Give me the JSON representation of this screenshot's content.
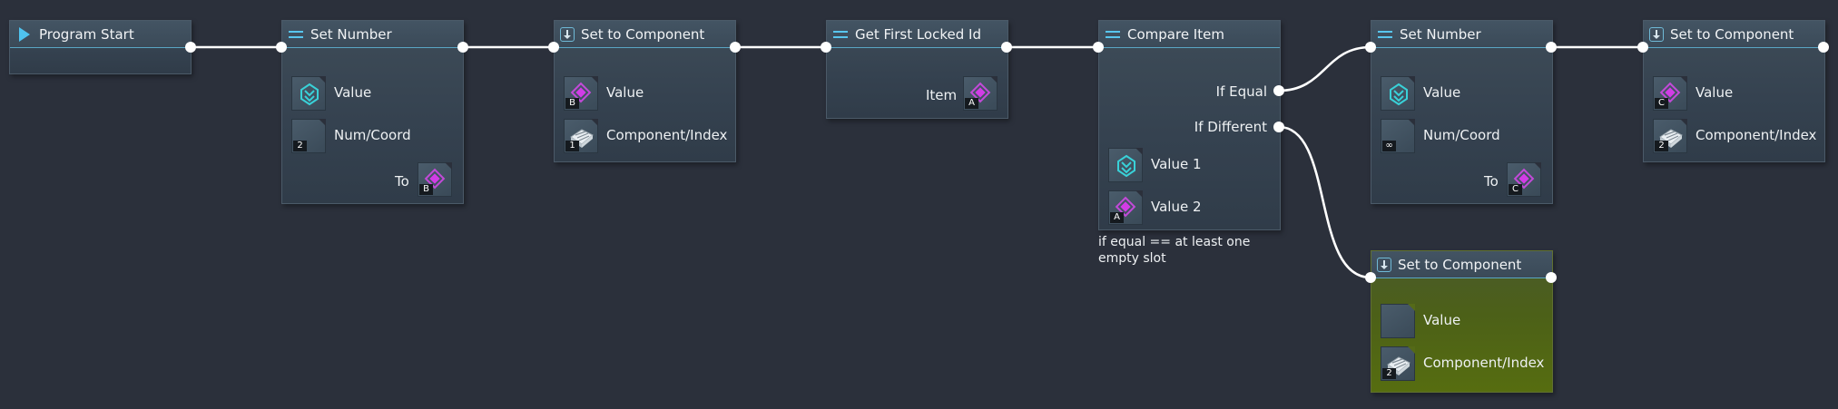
{
  "colors": {
    "background": "#2b303b",
    "accent": "#58c6ee",
    "register": "#d23ce6",
    "highlight_node": "#566d10"
  },
  "nodes": {
    "program_start": {
      "title": "Program Start",
      "icon": "play-icon"
    },
    "set_number_1": {
      "title": "Set Number",
      "icon": "instruction-icon",
      "value_label": "Value",
      "num_label": "Num/Coord",
      "num_badge": "2",
      "to_label": "To",
      "to_badge": "B"
    },
    "set_to_component_1": {
      "title": "Set to Component",
      "icon": "output-icon",
      "value_label": "Value",
      "value_badge": "B",
      "component_label": "Component/Index",
      "component_badge": "1"
    },
    "get_first_locked_id": {
      "title": "Get First Locked Id",
      "icon": "instruction-icon",
      "item_label": "Item",
      "item_badge": "A"
    },
    "compare_item": {
      "title": "Compare Item",
      "icon": "instruction-icon",
      "if_equal": "If Equal",
      "if_different": "If Different",
      "value1_label": "Value 1",
      "value2_label": "Value 2",
      "value2_badge": "A"
    },
    "set_number_2": {
      "title": "Set Number",
      "icon": "instruction-icon",
      "value_label": "Value",
      "num_label": "Num/Coord",
      "num_badge": "∞",
      "to_label": "To",
      "to_badge": "C"
    },
    "set_to_component_2": {
      "title": "Set to Component",
      "icon": "output-icon",
      "value_label": "Value",
      "value_badge": "C",
      "component_label": "Component/Index",
      "component_badge": "2"
    },
    "set_to_component_3": {
      "title": "Set to Component",
      "icon": "output-icon",
      "value_label": "Value",
      "component_label": "Component/Index",
      "component_badge": "2"
    }
  },
  "comment": {
    "line1": "if equal == at least one",
    "line2": "empty slot"
  }
}
